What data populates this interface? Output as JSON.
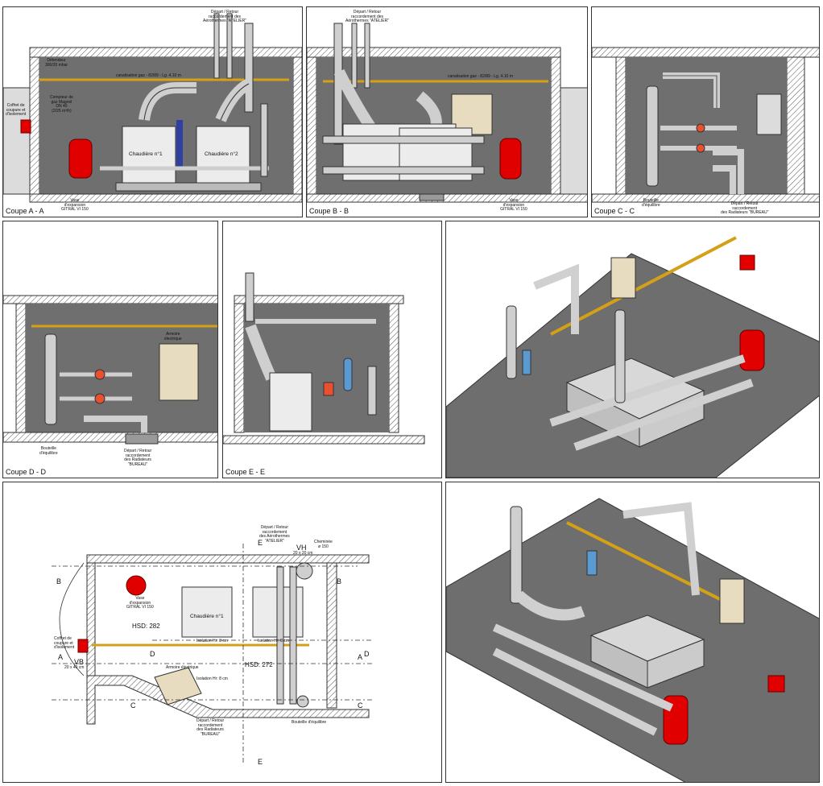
{
  "sections": {
    "a": {
      "title": "Coupe A - A",
      "detendeur": "Détendeur\n300/20 mbar",
      "compteur": "Compteur de\ngaz Magnol\nDN 40\n(2/25 m³/h)",
      "coffret": "Coffret de\ncoupure et\nd'isolement",
      "depart": "Départ / Retour\nraccordement des\nAérothermes \"ATELIER\"",
      "canal": "canalisation gaz - 82/89 - Lg. 4.10 m",
      "chaud1": "Chaudière n°1",
      "chaud2": "Chaudière n°2",
      "vase": "Vase\nd'expansion\nGITRAL VI 150"
    },
    "b": {
      "title": "Coupe B - B",
      "depart": "Départ / Retour\nraccordement des\nAérothermes \"ATELIER\"",
      "canal": "canalisation gaz - 82/89 - Lg. 4.10 m",
      "vase": "Vase\nd'expansion\nGITRAL VI 150"
    },
    "c": {
      "title": "Coupe C - C",
      "bouteille": "Bouteille\nd'équilibre",
      "depart": "Départ / Retour\nraccordement\ndes Radiateurs \"BUREAU\""
    },
    "d": {
      "title": "Coupe D - D",
      "armoire": "Armoire\nélectrique",
      "bouteille": "Bouteille\nd'équilibre",
      "depart": "Départ / Retour\nraccordement\ndes Radiateurs\n\"BUREAU\""
    },
    "e": {
      "title": "Coupe E - E"
    },
    "plan": {
      "depart_top": "Départ / Retour\nraccordement\ndes Aérothermes\n\"ATELIER\"",
      "cheminee": "Cheminée\nø 150",
      "vh": "VH",
      "vh_dim": "20 x 20 cm",
      "vase": "Vase\nd'expansion\nGITRAL VI 150",
      "hsd1": "HSD: 282",
      "chaud1": "Chaudière n°1",
      "coffret": "Coffret de\ncoupure et\nd'isolement",
      "vb": "VB",
      "vb_dim": "20 x 40 cm",
      "isolation1": "Isolation Hr: 8 cm",
      "isolation2": "Isolation Hr: 8 cm",
      "hsd2": "HSD: 272",
      "armoire": "Armoire électrique",
      "isolation3": "Isolation Hr: 8 cm",
      "depart_bottom": "Départ / Retour\nraccordement\ndes Radiateurs\n\"BUREAU\"",
      "bouteille": "Bouteille d'équilibre",
      "letter_a": "A",
      "letter_b": "B",
      "letter_c": "C",
      "letter_d": "D",
      "letter_e": "E"
    }
  },
  "colors": {
    "wall": "#7a7a7a",
    "pipe": "#cfcfcf",
    "tank": "#e00000",
    "gas": "#d4a017",
    "boiler": "#ececec",
    "floor": "#6e6e6e"
  }
}
